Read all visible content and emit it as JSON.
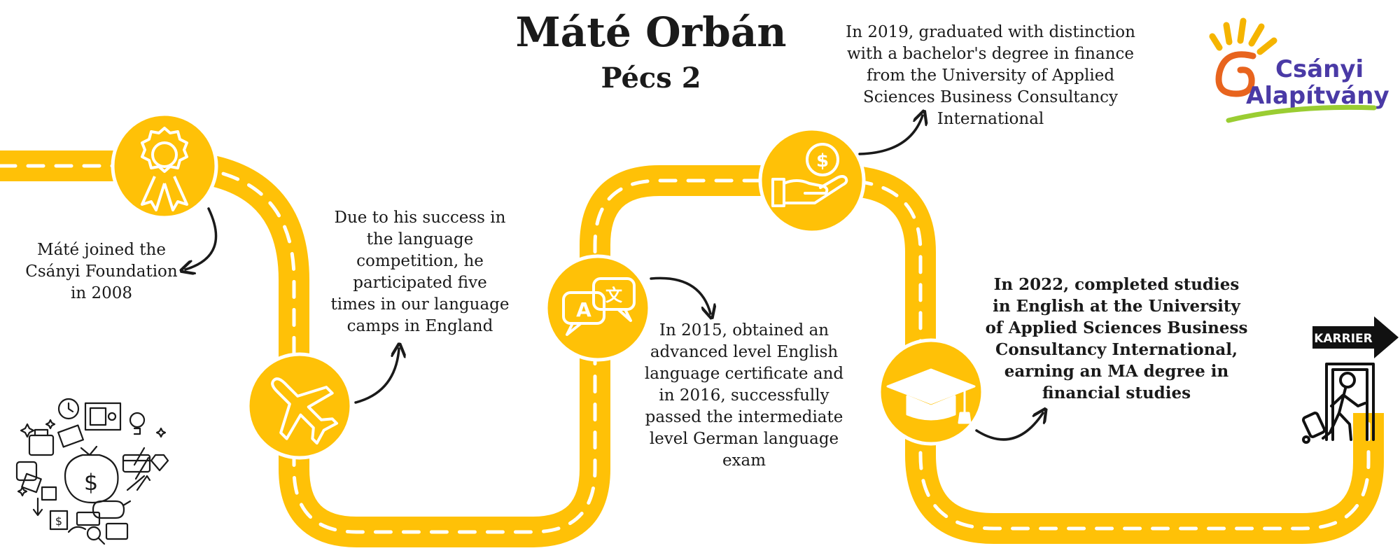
{
  "header": {
    "title": "Máté Orbán",
    "subtitle": "Pécs 2"
  },
  "logo": {
    "line1": "Csányi",
    "line2": "Alapítvány",
    "colors": {
      "sun": "#f5b400",
      "swirl": "#e8641e",
      "text": "#4a3aa6",
      "leaf": "#9acd32"
    }
  },
  "road": {
    "color": "#ffc107",
    "dash_color": "#ffffff"
  },
  "milestones": [
    {
      "icon": "award-ribbon-icon",
      "text": "Máté joined the Csányi Foundation in 2008"
    },
    {
      "icon": "airplane-icon",
      "text": "Due to his success in the language competition, he participated five times in our language camps in England"
    },
    {
      "icon": "translate-bubbles-icon",
      "text": "In 2015, obtained an advanced level English language certificate and in 2016, successfully passed the intermediate level German language exam"
    },
    {
      "icon": "money-hand-icon",
      "text": "In 2019, graduated with distinction with a bachelor's degree in finance from the University of Applied Sciences Business Consultancy International"
    },
    {
      "icon": "graduation-cap-icon",
      "text": "In 2022, completed studies in English at the University of Applied Sciences Business Consultancy International, earning an MA degree in financial studies"
    }
  ],
  "career_sign": {
    "label": "KARRIER",
    "icon": "person-exit-door-icon"
  },
  "decoration": {
    "icon": "finance-doodles-icon"
  }
}
